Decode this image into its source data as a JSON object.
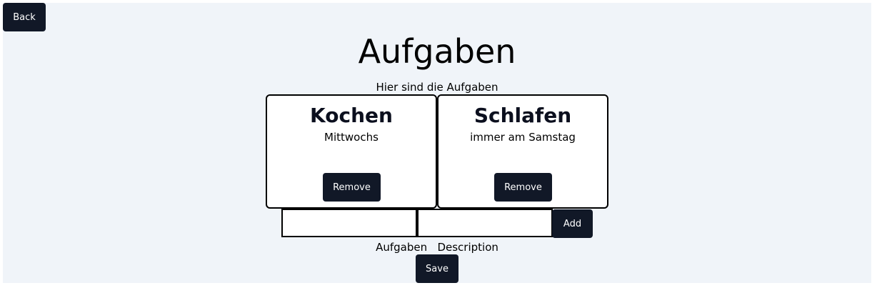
{
  "header": {
    "back_label": "Back",
    "title": "Aufgaben",
    "subtitle": "Hier sind die Aufgaben"
  },
  "tasks": [
    {
      "title": "Kochen",
      "description": "Mittwochs",
      "remove_label": "Remove"
    },
    {
      "title": "Schlafen",
      "description": "immer am Samstag",
      "remove_label": "Remove"
    }
  ],
  "form": {
    "task_input_value": "",
    "description_input_value": "",
    "add_label": "Add",
    "task_label": "Aufgaben",
    "description_label": "Description",
    "save_label": "Save"
  },
  "colors": {
    "background": "#f0f4f9",
    "button": "#111827",
    "card_border": "#000000"
  }
}
